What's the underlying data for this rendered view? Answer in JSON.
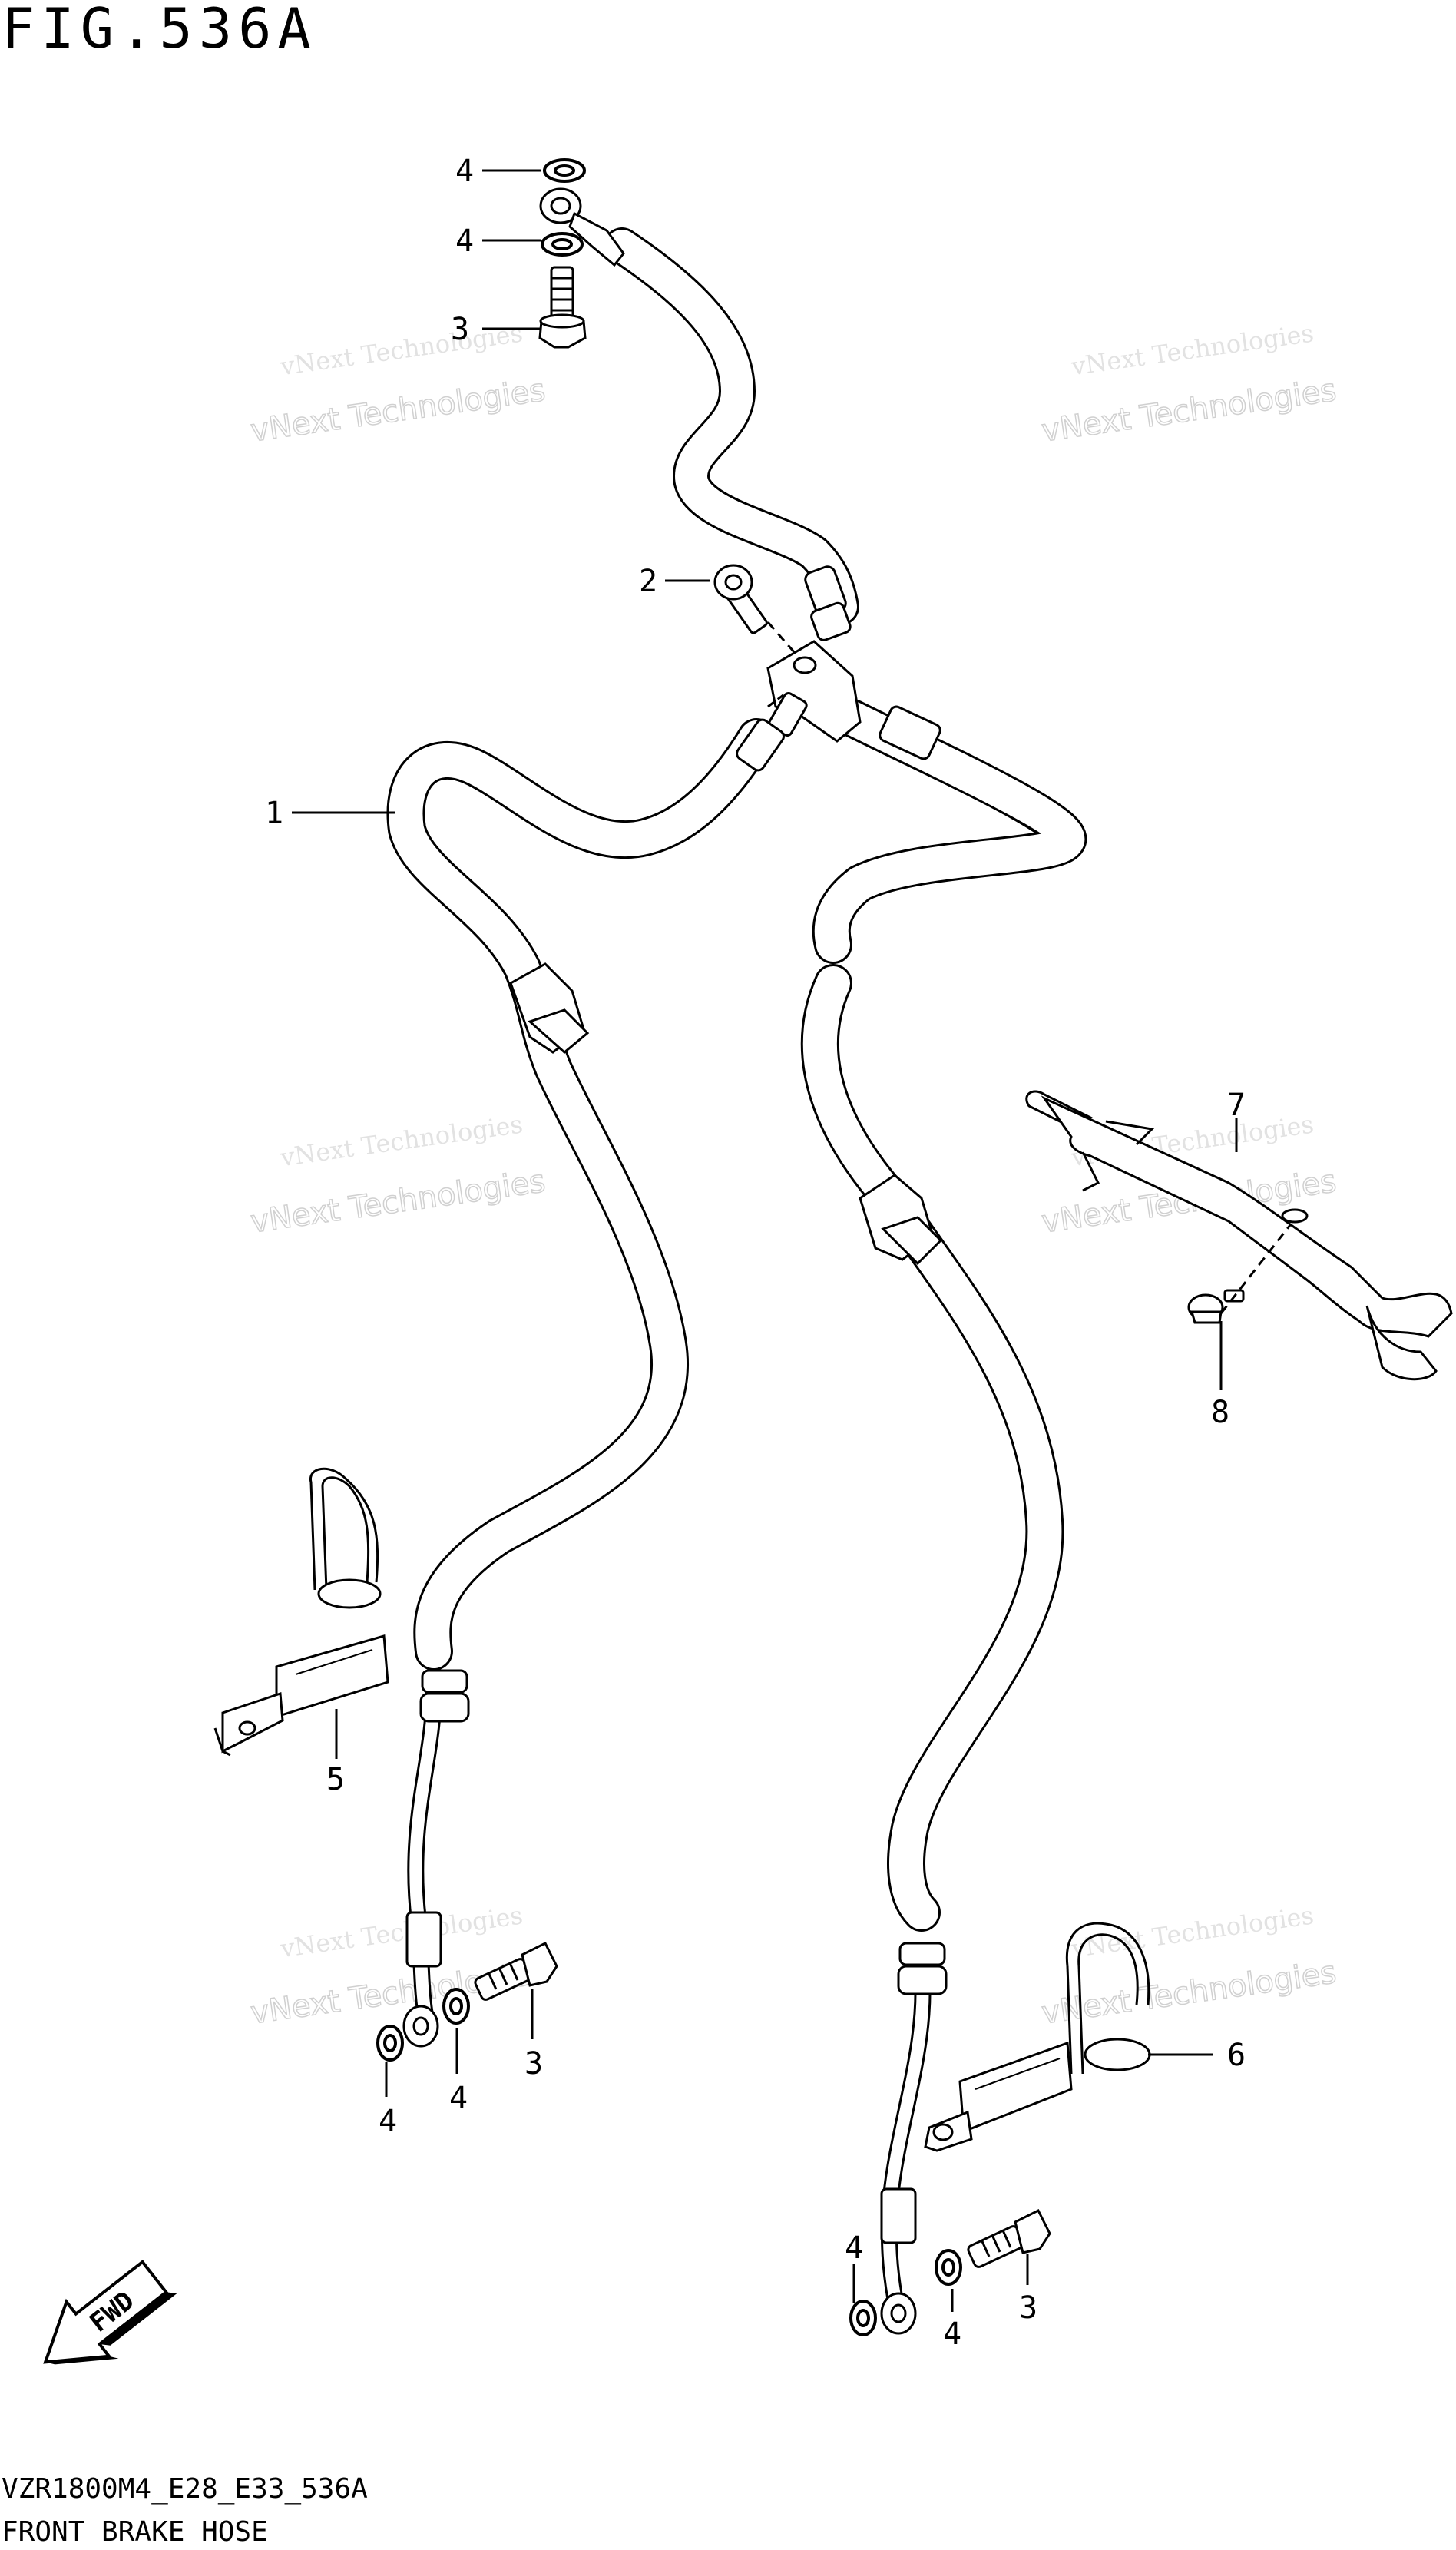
{
  "figure": {
    "title": "FIG.536A",
    "model_code": "VZR1800M4_E28_E33_536A",
    "caption": "FRONT BRAKE HOSE"
  },
  "watermark": {
    "line1": "vNext Technologies",
    "line2": "vNext Technologies"
  },
  "callouts": {
    "c1": "1",
    "c2": "2",
    "c3a": "3",
    "c3b": "3",
    "c3c": "3",
    "c4a": "4",
    "c4b": "4",
    "c4c": "4",
    "c4d": "4",
    "c4e": "4",
    "c4f": "4",
    "c5": "5",
    "c6": "6",
    "c7": "7",
    "c8": "8"
  },
  "fwd_label": "FWD",
  "colors": {
    "ink": "#000000",
    "watermark": "#d0d0d0"
  }
}
